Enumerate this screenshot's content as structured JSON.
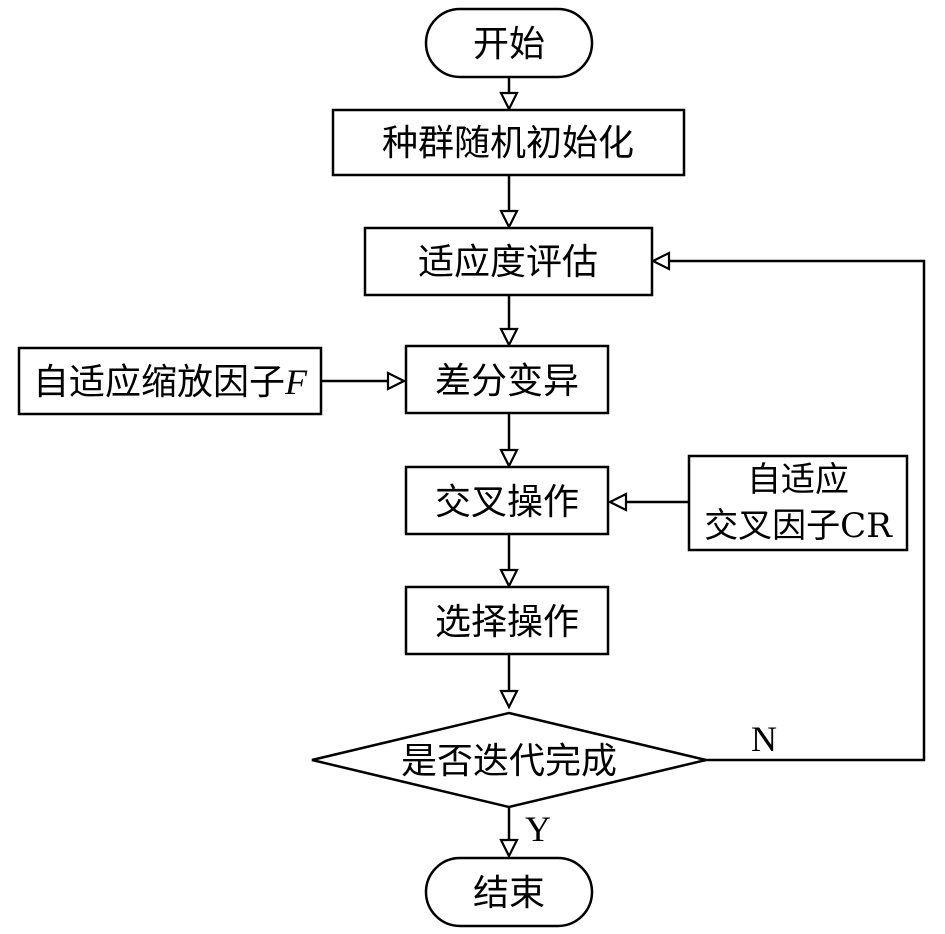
{
  "diagram": {
    "nodes": {
      "start": "开始",
      "init": "种群随机初始化",
      "fitness": "适应度评估",
      "mutation": "差分变异",
      "crossover": "交叉操作",
      "selection": "选择操作",
      "decision": "是否迭代完成",
      "end": "结束"
    },
    "side_inputs": {
      "scale_factor_text": "自适应缩放因子",
      "scale_factor_symbol": "F",
      "crossover_factor_line1": "自适应",
      "crossover_factor_line2": "交叉因子CR"
    },
    "edge_labels": {
      "no": "N",
      "yes": "Y"
    }
  }
}
